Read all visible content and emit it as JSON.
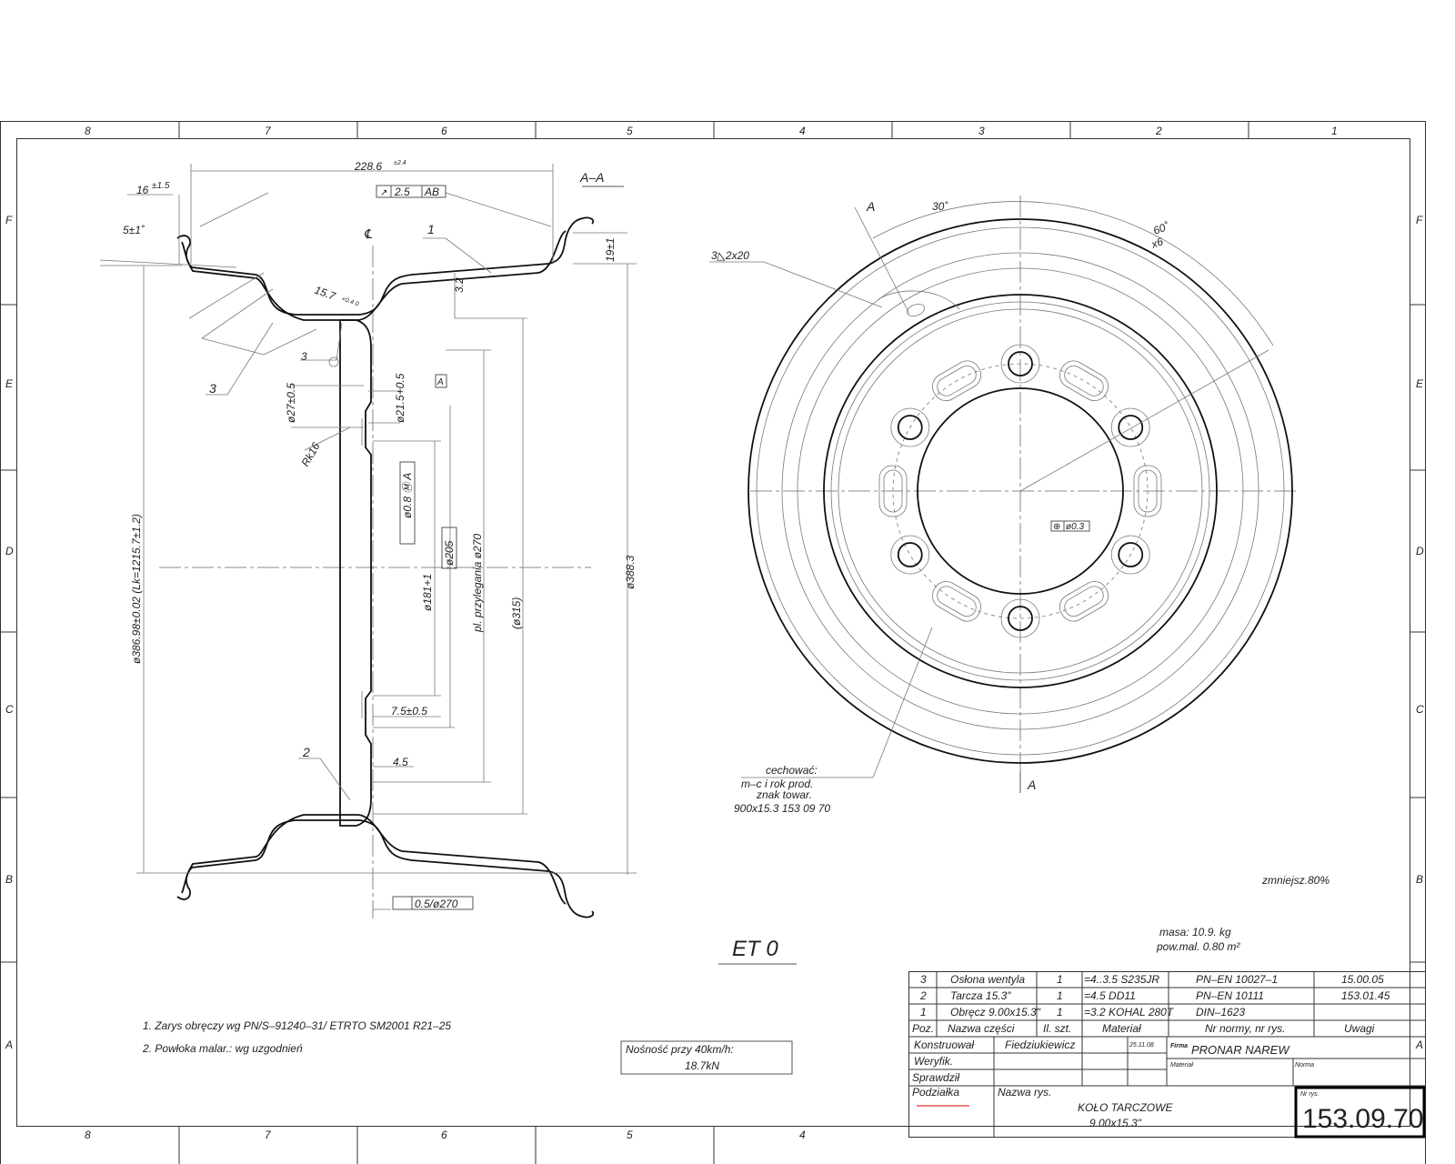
{
  "frame": {
    "columns": [
      "8",
      "7",
      "6",
      "5",
      "4",
      "3",
      "2",
      "1"
    ],
    "rows": [
      "F",
      "E",
      "D",
      "C",
      "B",
      "A"
    ]
  },
  "section_view": {
    "title": "A–A",
    "dims": {
      "width": "228.6",
      "width_tol": "±2.4",
      "flange": "16",
      "flange_tol": "±1.5",
      "angle": "5±1˚",
      "flange_h": "19±1",
      "runout": "2.5",
      "runout_ref": "AB",
      "thick": "3.2",
      "well": "15.7",
      "well_tol": "+0.4 0",
      "weld": "3",
      "d27": "ø27±0.5",
      "d21": "ø21.5+0.5",
      "datum": "A",
      "rk": "Rk16",
      "pos_tol": "ø0.8 Ⓜ A",
      "d181": "ø181+1",
      "d205": "ø205",
      "d270": "pl. przylegania ø270",
      "d315": "(ø315)",
      "d386": "ø386.98±0.02 (Lk=1215.7±1.2)",
      "d388": "ø388.3",
      "t75": "7.5±0.5",
      "t45": "4.5",
      "flat": "0.5/ø270",
      "cl": "℄"
    },
    "callouts": [
      "1",
      "2",
      "3"
    ]
  },
  "front_view": {
    "section_mark": "A",
    "angle30": "30˚",
    "angle60": "60˚",
    "x6": "x6",
    "weld": "3◺2x20",
    "pos": "ø0.3",
    "marking_title": "cechować:",
    "marking_1": "m–c i rok prod.",
    "marking_2": "znak towar.",
    "marking_3": "900x15.3   153 09 70"
  },
  "notes": {
    "scale": "zmniejsz.80%",
    "mass": "masa:  10.9.  kg",
    "area": "pow.mal.  0.80  m²",
    "et": "ET 0",
    "note1": "1. Zarys obręczy wg PN/S–91240–31/ ETRTO SM2001 R21–25",
    "note2": "2. Powłoka malar.:  wg uzgodnień",
    "load_label": "Nośność przy 40km/h:",
    "load_value": "18.7kN"
  },
  "title_block": {
    "parts": [
      {
        "poz": "3",
        "name": "Osłona wentyla",
        "qty": "1",
        "material": "=4..3.5  S235JR",
        "norm": "PN–EN 10027–1",
        "remarks": "15.00.05"
      },
      {
        "poz": "2",
        "name": "Tarcza 15.3\"",
        "qty": "1",
        "material": "=4.5   DD11",
        "norm": "PN–EN 10111",
        "remarks": "153.01.45"
      },
      {
        "poz": "1",
        "name": "Obręcz 9.00x15.3\"",
        "qty": "1",
        "material": "=3.2  KOHAL 280T",
        "norm": "DIN–1623",
        "remarks": ""
      }
    ],
    "header": {
      "poz": "Poz.",
      "name": "Nazwa części",
      "qty": "Il. szt.",
      "material": "Materiał",
      "norm": "Nr normy, nr rys.",
      "remarks": "Uwagi"
    },
    "designed_label": "Konstruował",
    "designer": "Fiedziukiewicz",
    "date": "25.11.08",
    "verified_label": "Weryfik.",
    "checked_label": "Sprawdził",
    "firm_label": "Firma",
    "firm": "PRONAR NAREW",
    "material_label": "Materiał",
    "norm_label": "Norma",
    "scale_label": "Podziałka",
    "drawing_name_label": "Nazwa rys.",
    "drawing_name_1": "KOŁO TARCZOWE",
    "drawing_name_2": "9.00x15.3\"",
    "drawing_no_label": "Nr rys.",
    "drawing_no": "153.09.70"
  }
}
